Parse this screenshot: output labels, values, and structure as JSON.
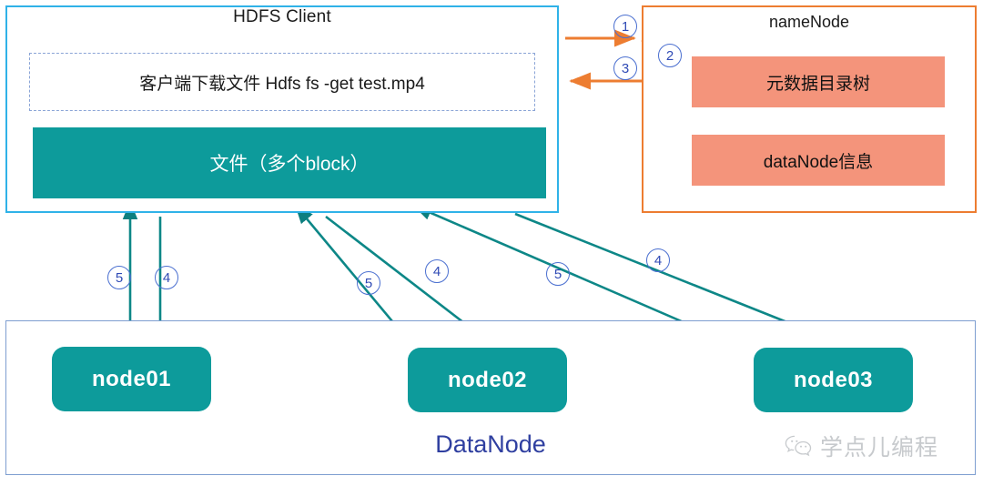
{
  "diagram": {
    "title": "HDFS file download (get) flow",
    "colors": {
      "teal": "#0d9b9b",
      "salmon": "#f4947b",
      "orange": "#ed7d31",
      "client_border": "#2fb2e8",
      "datanode_border": "#7e9ed0",
      "step_number": "#2f4ab5",
      "datanode_label": "#2f3fa0"
    }
  },
  "client": {
    "title": "HDFS Client",
    "command": "客户端下载文件  Hdfs fs -get test.mp4",
    "file_block": "文件（多个block）"
  },
  "namenode": {
    "title": "nameNode",
    "items": [
      {
        "label": "元数据目录树"
      },
      {
        "label": "dataNode信息"
      }
    ]
  },
  "datanode": {
    "label": "DataNode",
    "nodes": [
      {
        "label": "node01"
      },
      {
        "label": "node02"
      },
      {
        "label": "node03"
      }
    ]
  },
  "steps": [
    {
      "id": "1",
      "label": "①",
      "glyph": "1",
      "from": "client",
      "to": "namenode",
      "color": "#ed7d31"
    },
    {
      "id": "2",
      "label": "②",
      "glyph": "2",
      "from": "namenode",
      "to": "metadata-tree",
      "color": "#ed7d31"
    },
    {
      "id": "3",
      "label": "③",
      "glyph": "3",
      "from": "namenode",
      "to": "client",
      "color": "#ed7d31"
    },
    {
      "id": "4a",
      "label": "④",
      "glyph": "4",
      "from": "client",
      "to": "node01",
      "color": "#0d7f7f"
    },
    {
      "id": "5a",
      "label": "⑤",
      "glyph": "5",
      "from": "node01",
      "to": "client",
      "color": "#0d7f7f"
    },
    {
      "id": "4b",
      "label": "④",
      "glyph": "4",
      "from": "client",
      "to": "node02",
      "color": "#0d7f7f"
    },
    {
      "id": "5b",
      "label": "⑤",
      "glyph": "5",
      "from": "node02",
      "to": "client",
      "color": "#0d7f7f"
    },
    {
      "id": "4c",
      "label": "④",
      "glyph": "4",
      "from": "client",
      "to": "node03",
      "color": "#0d7f7f"
    },
    {
      "id": "5c",
      "label": "⑤",
      "glyph": "5",
      "from": "node03",
      "to": "client",
      "color": "#0d7f7f"
    }
  ],
  "watermark": {
    "text": "学点儿编程",
    "icon": "wechat-icon"
  }
}
